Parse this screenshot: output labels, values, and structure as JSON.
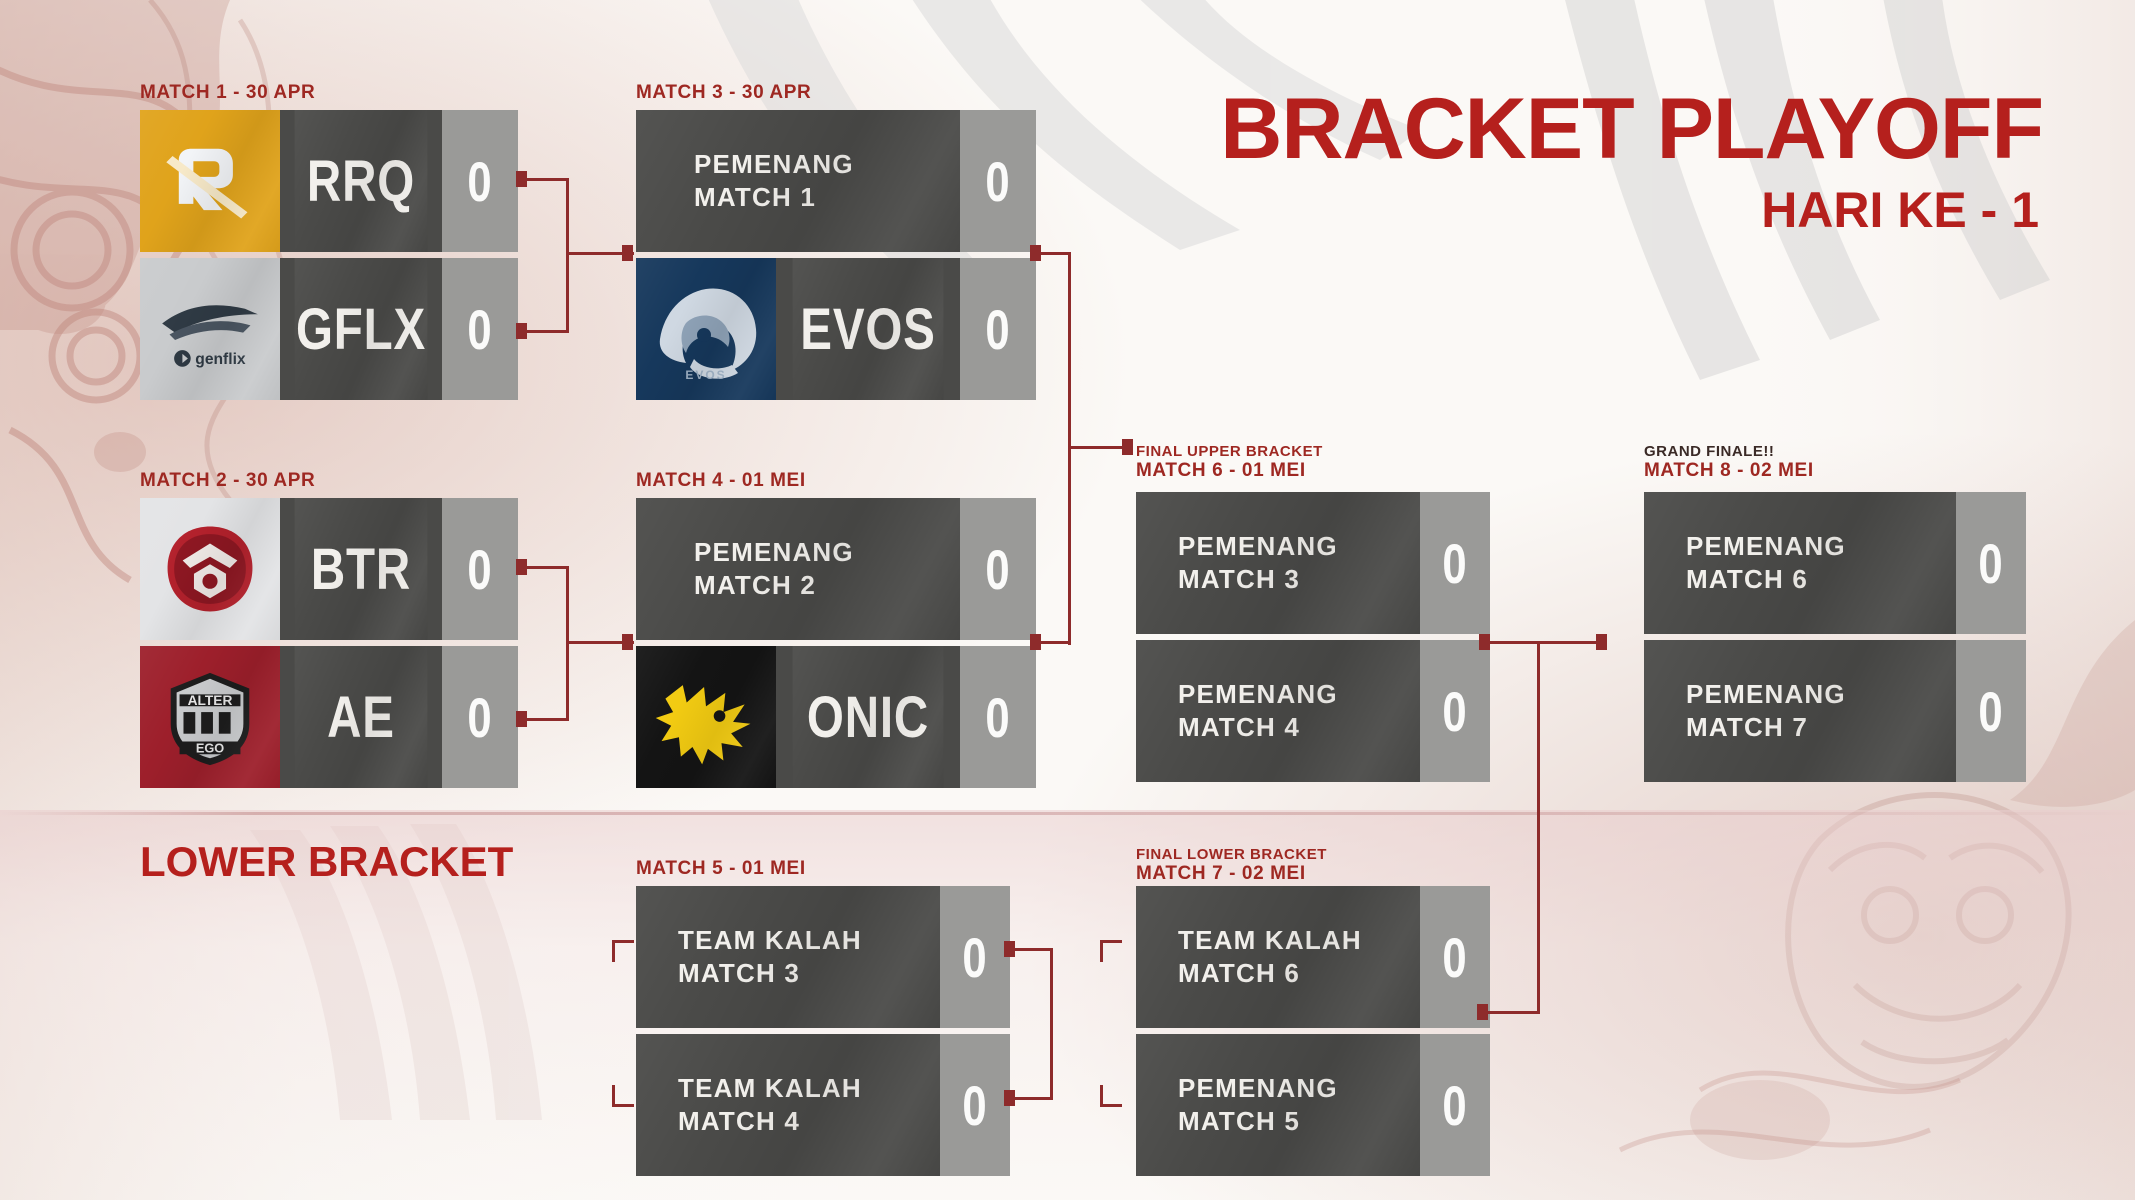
{
  "header": {
    "title": "BRACKET PLAYOFF",
    "subtitle": "HARI KE - 1",
    "lower_bracket_title": "LOWER BRACKET",
    "accent_color": "#b5201d",
    "label_color": "#9e2822",
    "panel_color": "#4a4a48",
    "score_color": "#9a9a98",
    "background_color": "#fbf9f6"
  },
  "matches": [
    {
      "id": "match-1",
      "caption": "",
      "label": "MATCH 1 - 30 APR",
      "slots": [
        {
          "team": "RRQ",
          "logo": "rrq-logo",
          "score": "0",
          "kind": "team"
        },
        {
          "team": "GFLX",
          "logo": "genflix-logo",
          "score": "0",
          "kind": "team"
        }
      ]
    },
    {
      "id": "match-2",
      "caption": "",
      "label": "MATCH 2 - 30 APR",
      "slots": [
        {
          "team": "BTR",
          "logo": "bigetron-logo",
          "score": "0",
          "kind": "team"
        },
        {
          "team": "AE",
          "logo": "alter-ego-logo",
          "score": "0",
          "kind": "team"
        }
      ]
    },
    {
      "id": "match-3",
      "caption": "",
      "label": "MATCH 3 - 30 APR",
      "slots": [
        {
          "line1": "PEMENANG",
          "line2": "MATCH 1",
          "score": "0",
          "kind": "text"
        },
        {
          "team": "EVOS",
          "logo": "evos-logo",
          "score": "0",
          "kind": "team"
        }
      ]
    },
    {
      "id": "match-4",
      "caption": "",
      "label": "MATCH 4 - 01 MEI",
      "slots": [
        {
          "line1": "PEMENANG",
          "line2": "MATCH 2",
          "score": "0",
          "kind": "text"
        },
        {
          "team": "ONIC",
          "logo": "onic-logo",
          "score": "0",
          "kind": "team"
        }
      ]
    },
    {
      "id": "match-6",
      "caption": "FINAL UPPER BRACKET",
      "label": "MATCH 6 - 01 MEI",
      "slots": [
        {
          "line1": "PEMENANG",
          "line2": "MATCH 3",
          "score": "0",
          "kind": "text"
        },
        {
          "line1": "PEMENANG",
          "line2": "MATCH 4",
          "score": "0",
          "kind": "text"
        }
      ]
    },
    {
      "id": "match-8",
      "caption": "GRAND FINALE!!",
      "label": "MATCH 8 - 02 MEI",
      "slots": [
        {
          "line1": "PEMENANG",
          "line2": "MATCH 6",
          "score": "0",
          "kind": "text"
        },
        {
          "line1": "PEMENANG",
          "line2": "MATCH 7",
          "score": "0",
          "kind": "text"
        }
      ]
    },
    {
      "id": "match-5",
      "caption": "",
      "label": "MATCH 5 - 01 MEI",
      "slots": [
        {
          "line1": "TEAM KALAH",
          "line2": "MATCH 3",
          "score": "0",
          "kind": "text"
        },
        {
          "line1": "TEAM KALAH",
          "line2": "MATCH 4",
          "score": "0",
          "kind": "text"
        }
      ]
    },
    {
      "id": "match-7",
      "caption": "FINAL LOWER BRACKET",
      "label": "MATCH 7 - 02 MEI",
      "slots": [
        {
          "line1": "TEAM KALAH",
          "line2": "MATCH 6",
          "score": "0",
          "kind": "text"
        },
        {
          "line1": "PEMENANG",
          "line2": "MATCH 5",
          "score": "0",
          "kind": "text"
        }
      ]
    }
  ],
  "teams": {
    "rrq": {
      "name": "RRQ",
      "color": "#e0a31b"
    },
    "genflix": {
      "name": "GFLX",
      "color": "#c9cbcd"
    },
    "bigetron": {
      "name": "BTR",
      "color": "#e3e4e6"
    },
    "alterego": {
      "name": "AE",
      "color": "#9d1f2b"
    },
    "evos": {
      "name": "EVOS",
      "color": "#16385c"
    },
    "onic": {
      "name": "ONIC",
      "color": "#141414"
    }
  }
}
